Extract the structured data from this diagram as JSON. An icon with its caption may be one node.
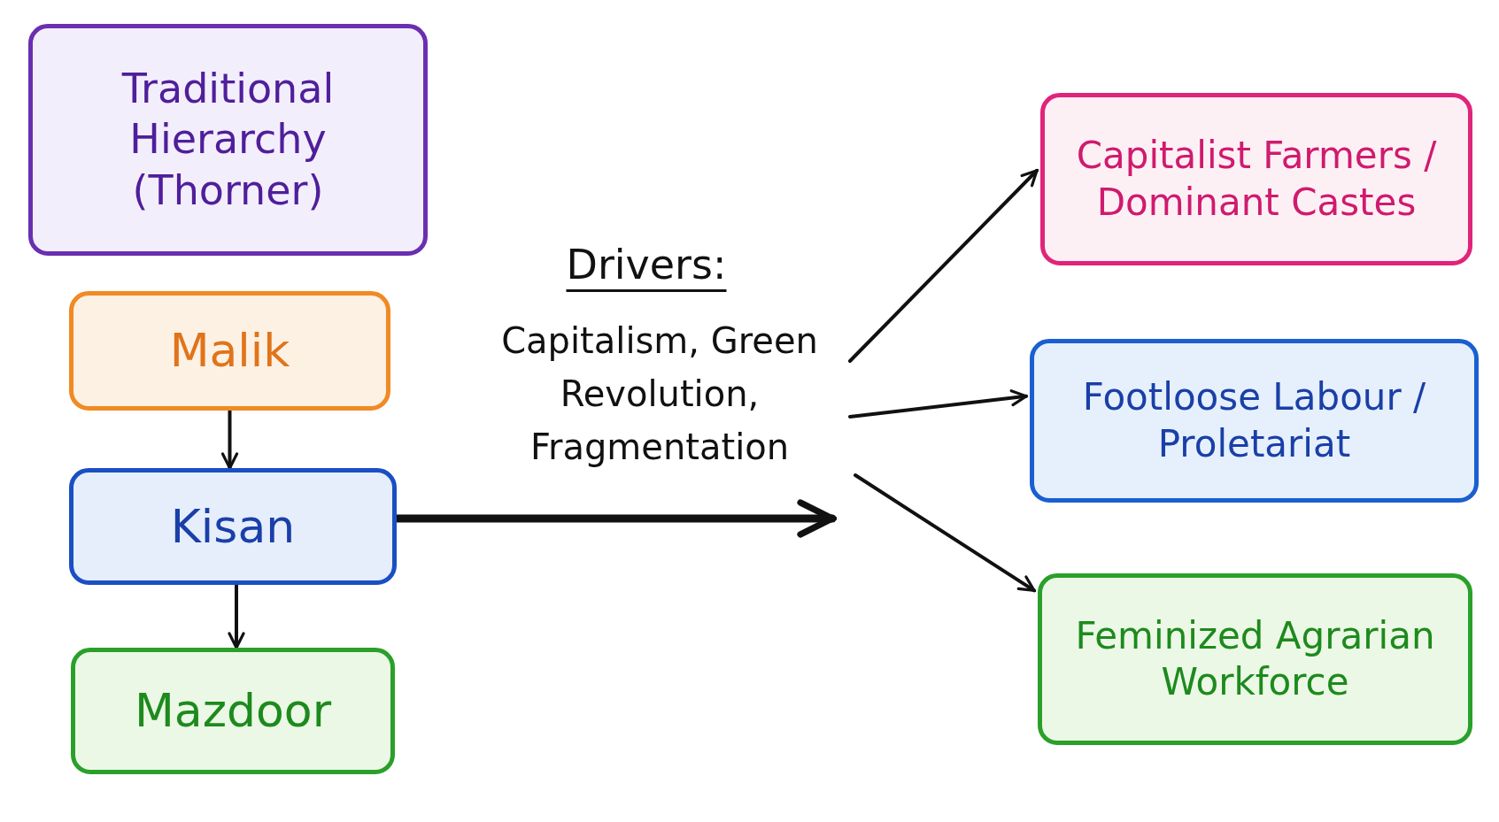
{
  "diagram": {
    "nodes": [
      {
        "text": [
          "Traditional Hierarchy (Thorner)"
        ]
      },
      {
        "text": [
          "Malik"
        ]
      },
      {
        "text": [
          "Kisan"
        ]
      },
      {
        "text": [
          "Mazdoor"
        ]
      },
      {
        "text": [
          "Capitalist Farmers / Dominant Castes"
        ]
      },
      {
        "text": [
          "Footloose Labour / Proletariat"
        ]
      },
      {
        "text": [
          "Feminized Agrarian Workforce"
        ]
      }
    ],
    "edges": [
      {
        "from": 1,
        "to": 2,
        "arrow": "to"
      },
      {
        "from": 2,
        "to": 3,
        "arrow": "to"
      },
      {
        "from": 2,
        "to": null,
        "arrow": "to",
        "style": "thick"
      },
      {
        "from": null,
        "to": 4,
        "arrow": "to"
      },
      {
        "from": null,
        "to": 5,
        "arrow": "to"
      },
      {
        "from": null,
        "to": 6,
        "arrow": "to"
      }
    ],
    "labels": [
      "Drivers:",
      "Capitalism, Green Revolution, Fragmentation"
    ]
  }
}
